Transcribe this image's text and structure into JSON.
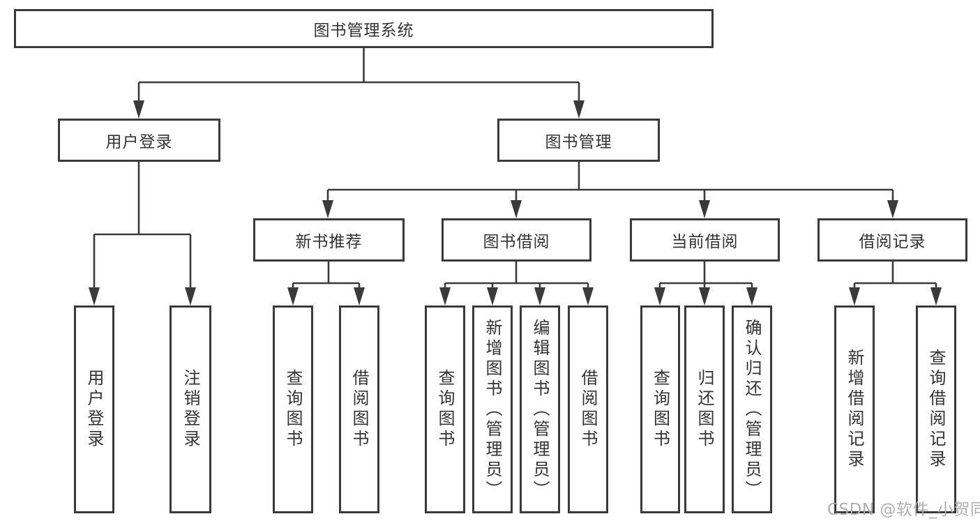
{
  "diagram": {
    "root": {
      "label": "图书管理系统"
    },
    "level2": [
      {
        "id": "user-login",
        "label": "用户登录"
      },
      {
        "id": "book-management",
        "label": "图书管理"
      }
    ],
    "level3": [
      {
        "id": "new-book-recommend",
        "label": "新书推荐"
      },
      {
        "id": "book-borrow",
        "label": "图书借阅"
      },
      {
        "id": "current-borrow",
        "label": "当前借阅"
      },
      {
        "id": "borrow-records",
        "label": "借阅记录"
      }
    ],
    "leaves": {
      "user_login": [
        "用户登录",
        "注销登录"
      ],
      "new_book": [
        "查询图书",
        "借阅图书"
      ],
      "book_borrow": [
        "查询图书",
        "新增图书（管理员）",
        "编辑图书（管理员）",
        "借阅图书"
      ],
      "current_borrow": [
        "查询图书",
        "归还图书",
        "确认归还（管理员）"
      ],
      "borrow_records": [
        "新增借阅记录",
        "查询借阅记录"
      ]
    }
  },
  "watermark": "CSDN @软件_小贺同学",
  "colors": {
    "line": "#3a3a3a",
    "border": "#3a3a3a",
    "text": "#333333",
    "background": "#ffffff",
    "watermark": "#a8a8a8"
  }
}
